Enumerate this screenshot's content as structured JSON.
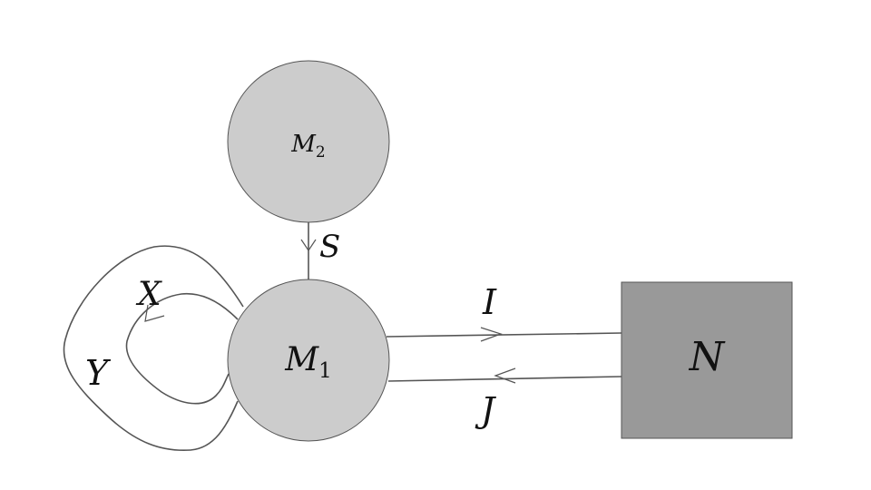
{
  "diagram": {
    "nodes": {
      "m2": {
        "label": "M",
        "sub": "2"
      },
      "m1": {
        "label": "M",
        "sub": "1"
      },
      "n": {
        "label": "N"
      }
    },
    "edges": {
      "s": {
        "label": "S"
      },
      "i": {
        "label": "I"
      },
      "j": {
        "label": "J"
      },
      "x": {
        "label": "X"
      },
      "y": {
        "label": "Y"
      }
    },
    "colors": {
      "circle_fill": "#cccccc",
      "box_fill": "#999999",
      "stroke": "#555555",
      "text": "#111111"
    }
  }
}
